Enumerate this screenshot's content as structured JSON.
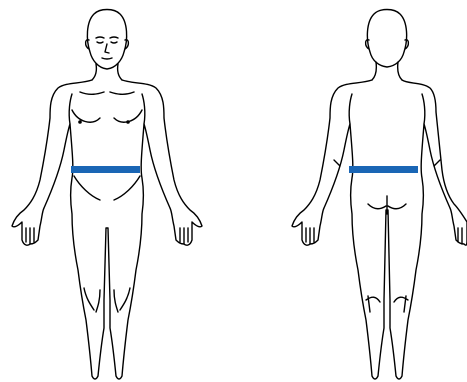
{
  "figures": [
    {
      "view": "front"
    },
    {
      "view": "back"
    }
  ],
  "highlight": {
    "region": "waist",
    "color": "#1a66b5"
  }
}
